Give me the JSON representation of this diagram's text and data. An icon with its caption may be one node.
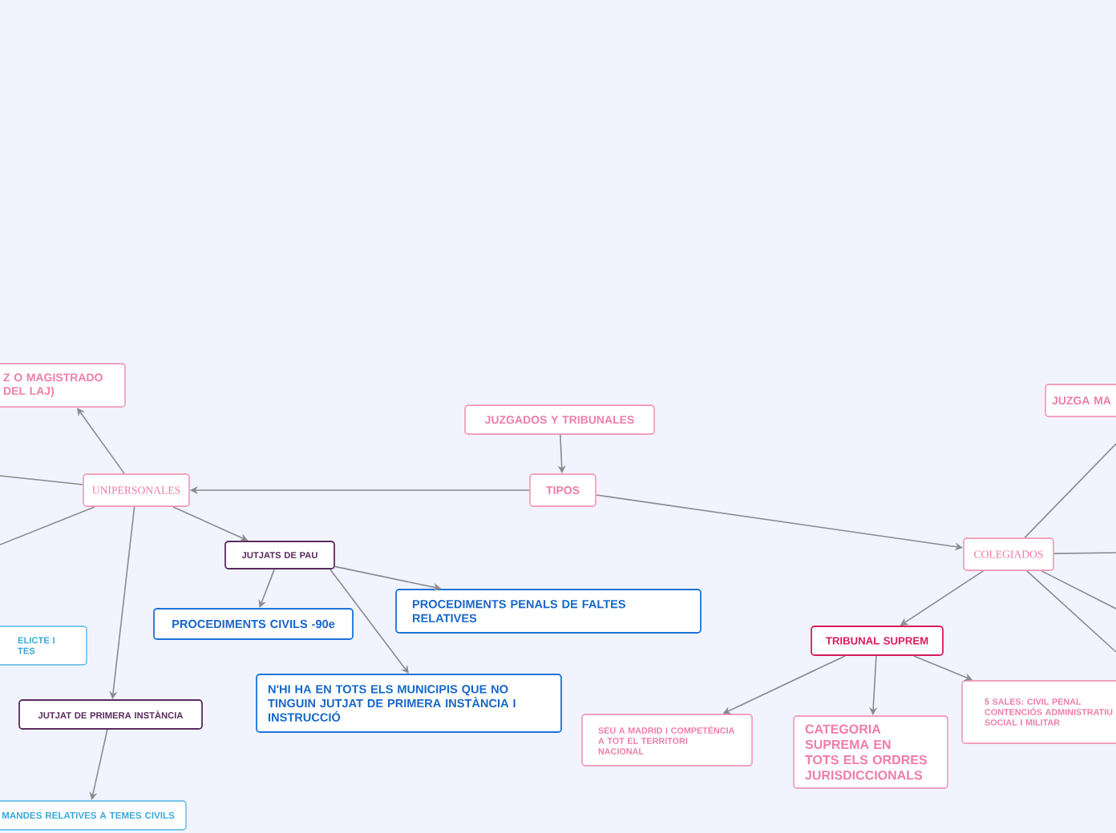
{
  "diagram": {
    "nodes": [
      {
        "text": [
          "JUZGADOS Y TRIBUNALES"
        ]
      },
      {
        "text": [
          "TIPOS"
        ]
      },
      {
        "text": [
          "UNIPERSONALES"
        ]
      },
      {
        "text": [
          "COLEGIADOS"
        ]
      },
      {
        "text": [
          "Z O MAGISTRADO DEL LAJ)"
        ]
      },
      {
        "text": [
          "JUTJATS DE PAU"
        ]
      },
      {
        "text": [
          "PROCEDIMENTS CIVILS -90e"
        ]
      },
      {
        "text": [
          "PROCEDIMENTS PENALS DE FALTES RELATIVES"
        ]
      },
      {
        "text": [
          "N'HI HA EN TOTS ELS MUNICIPIS QUE NO TINGUIN JUTJAT DE PRIMERA INSTÀNCIA I INSTRUCCIÓ"
        ]
      },
      {
        "text": [
          "ELICTE I TES"
        ]
      },
      {
        "text": [
          "JUTJAT DE PRIMERA INSTÀNCIA"
        ]
      },
      {
        "text": [
          "MANDES RELATIVES A TEMES CIVILS"
        ]
      },
      {
        "text": [
          "JUZGA MA"
        ]
      },
      {
        "text": [
          "TRIBUNAL SUPREM"
        ]
      },
      {
        "text": [
          "SEU A MADRID I COMPETÈNCIA A TOT EL TERRITORI NACIONAL"
        ]
      },
      {
        "text": [
          "CATEGORIA SUPREMA EN TOTS ELS ORDRES JURISDICCIONALS"
        ]
      },
      {
        "text": [
          "5 SALES: CIVIL PENAL CONTENCIÓS ADMINISTRATIU SOCIAL I MILITAR"
        ]
      }
    ],
    "edges": [
      {
        "from": 0,
        "to": 1,
        "arrow": "to"
      },
      {
        "from": 1,
        "to": 2,
        "arrow": "to"
      },
      {
        "from": 1,
        "to": 3,
        "arrow": "to"
      },
      {
        "from": 2,
        "to": 4,
        "arrow": "to"
      },
      {
        "from": 2,
        "to": null,
        "arrow": "none"
      },
      {
        "from": 2,
        "to": null,
        "arrow": "none"
      },
      {
        "from": 2,
        "to": 5,
        "arrow": "to"
      },
      {
        "from": 2,
        "to": 10,
        "arrow": "to"
      },
      {
        "from": 5,
        "to": 6,
        "arrow": "to"
      },
      {
        "from": 5,
        "to": 8,
        "arrow": "to"
      },
      {
        "from": 5,
        "to": 7,
        "arrow": "to"
      },
      {
        "from": 10,
        "to": 11,
        "arrow": "to"
      },
      {
        "from": 3,
        "to": null,
        "arrow": "none"
      },
      {
        "from": 3,
        "to": null,
        "arrow": "none"
      },
      {
        "from": 3,
        "to": null,
        "arrow": "none"
      },
      {
        "from": 3,
        "to": null,
        "arrow": "none"
      },
      {
        "from": 3,
        "to": 13,
        "arrow": "to"
      },
      {
        "from": 13,
        "to": 14,
        "arrow": "to"
      },
      {
        "from": 13,
        "to": 15,
        "arrow": "to"
      },
      {
        "from": 13,
        "to": 16,
        "arrow": "to"
      }
    ]
  }
}
